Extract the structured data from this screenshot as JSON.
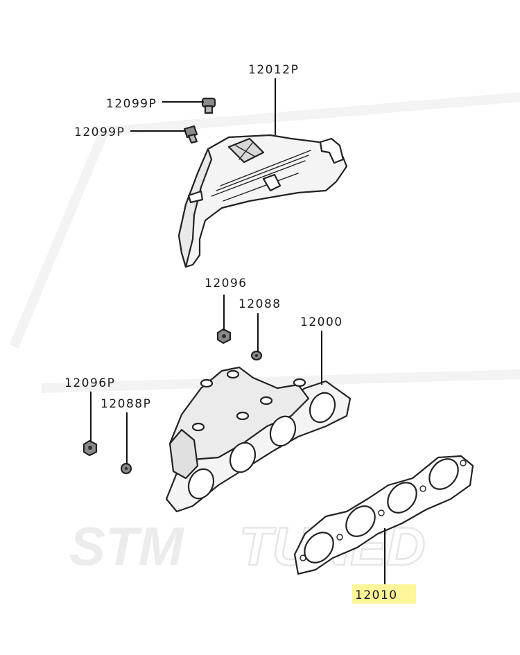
{
  "labels": {
    "heat_shield": "12012P",
    "bolt_upper": "12099P",
    "bolt_lower": "12099P",
    "nut_center": "12096",
    "washer_center": "12088",
    "manifold": "12000",
    "nut_left": "12096P",
    "washer_left": "12088P",
    "gasket": "12010"
  },
  "watermark": {
    "text_bold": "STM",
    "text_outline": "TUNED"
  },
  "colors": {
    "highlight": "#fff59a",
    "line": "#111111",
    "part_fill": "#f4f4f4",
    "hardware_fill": "#8a8a8a",
    "watermark": "#f0f0f0"
  }
}
